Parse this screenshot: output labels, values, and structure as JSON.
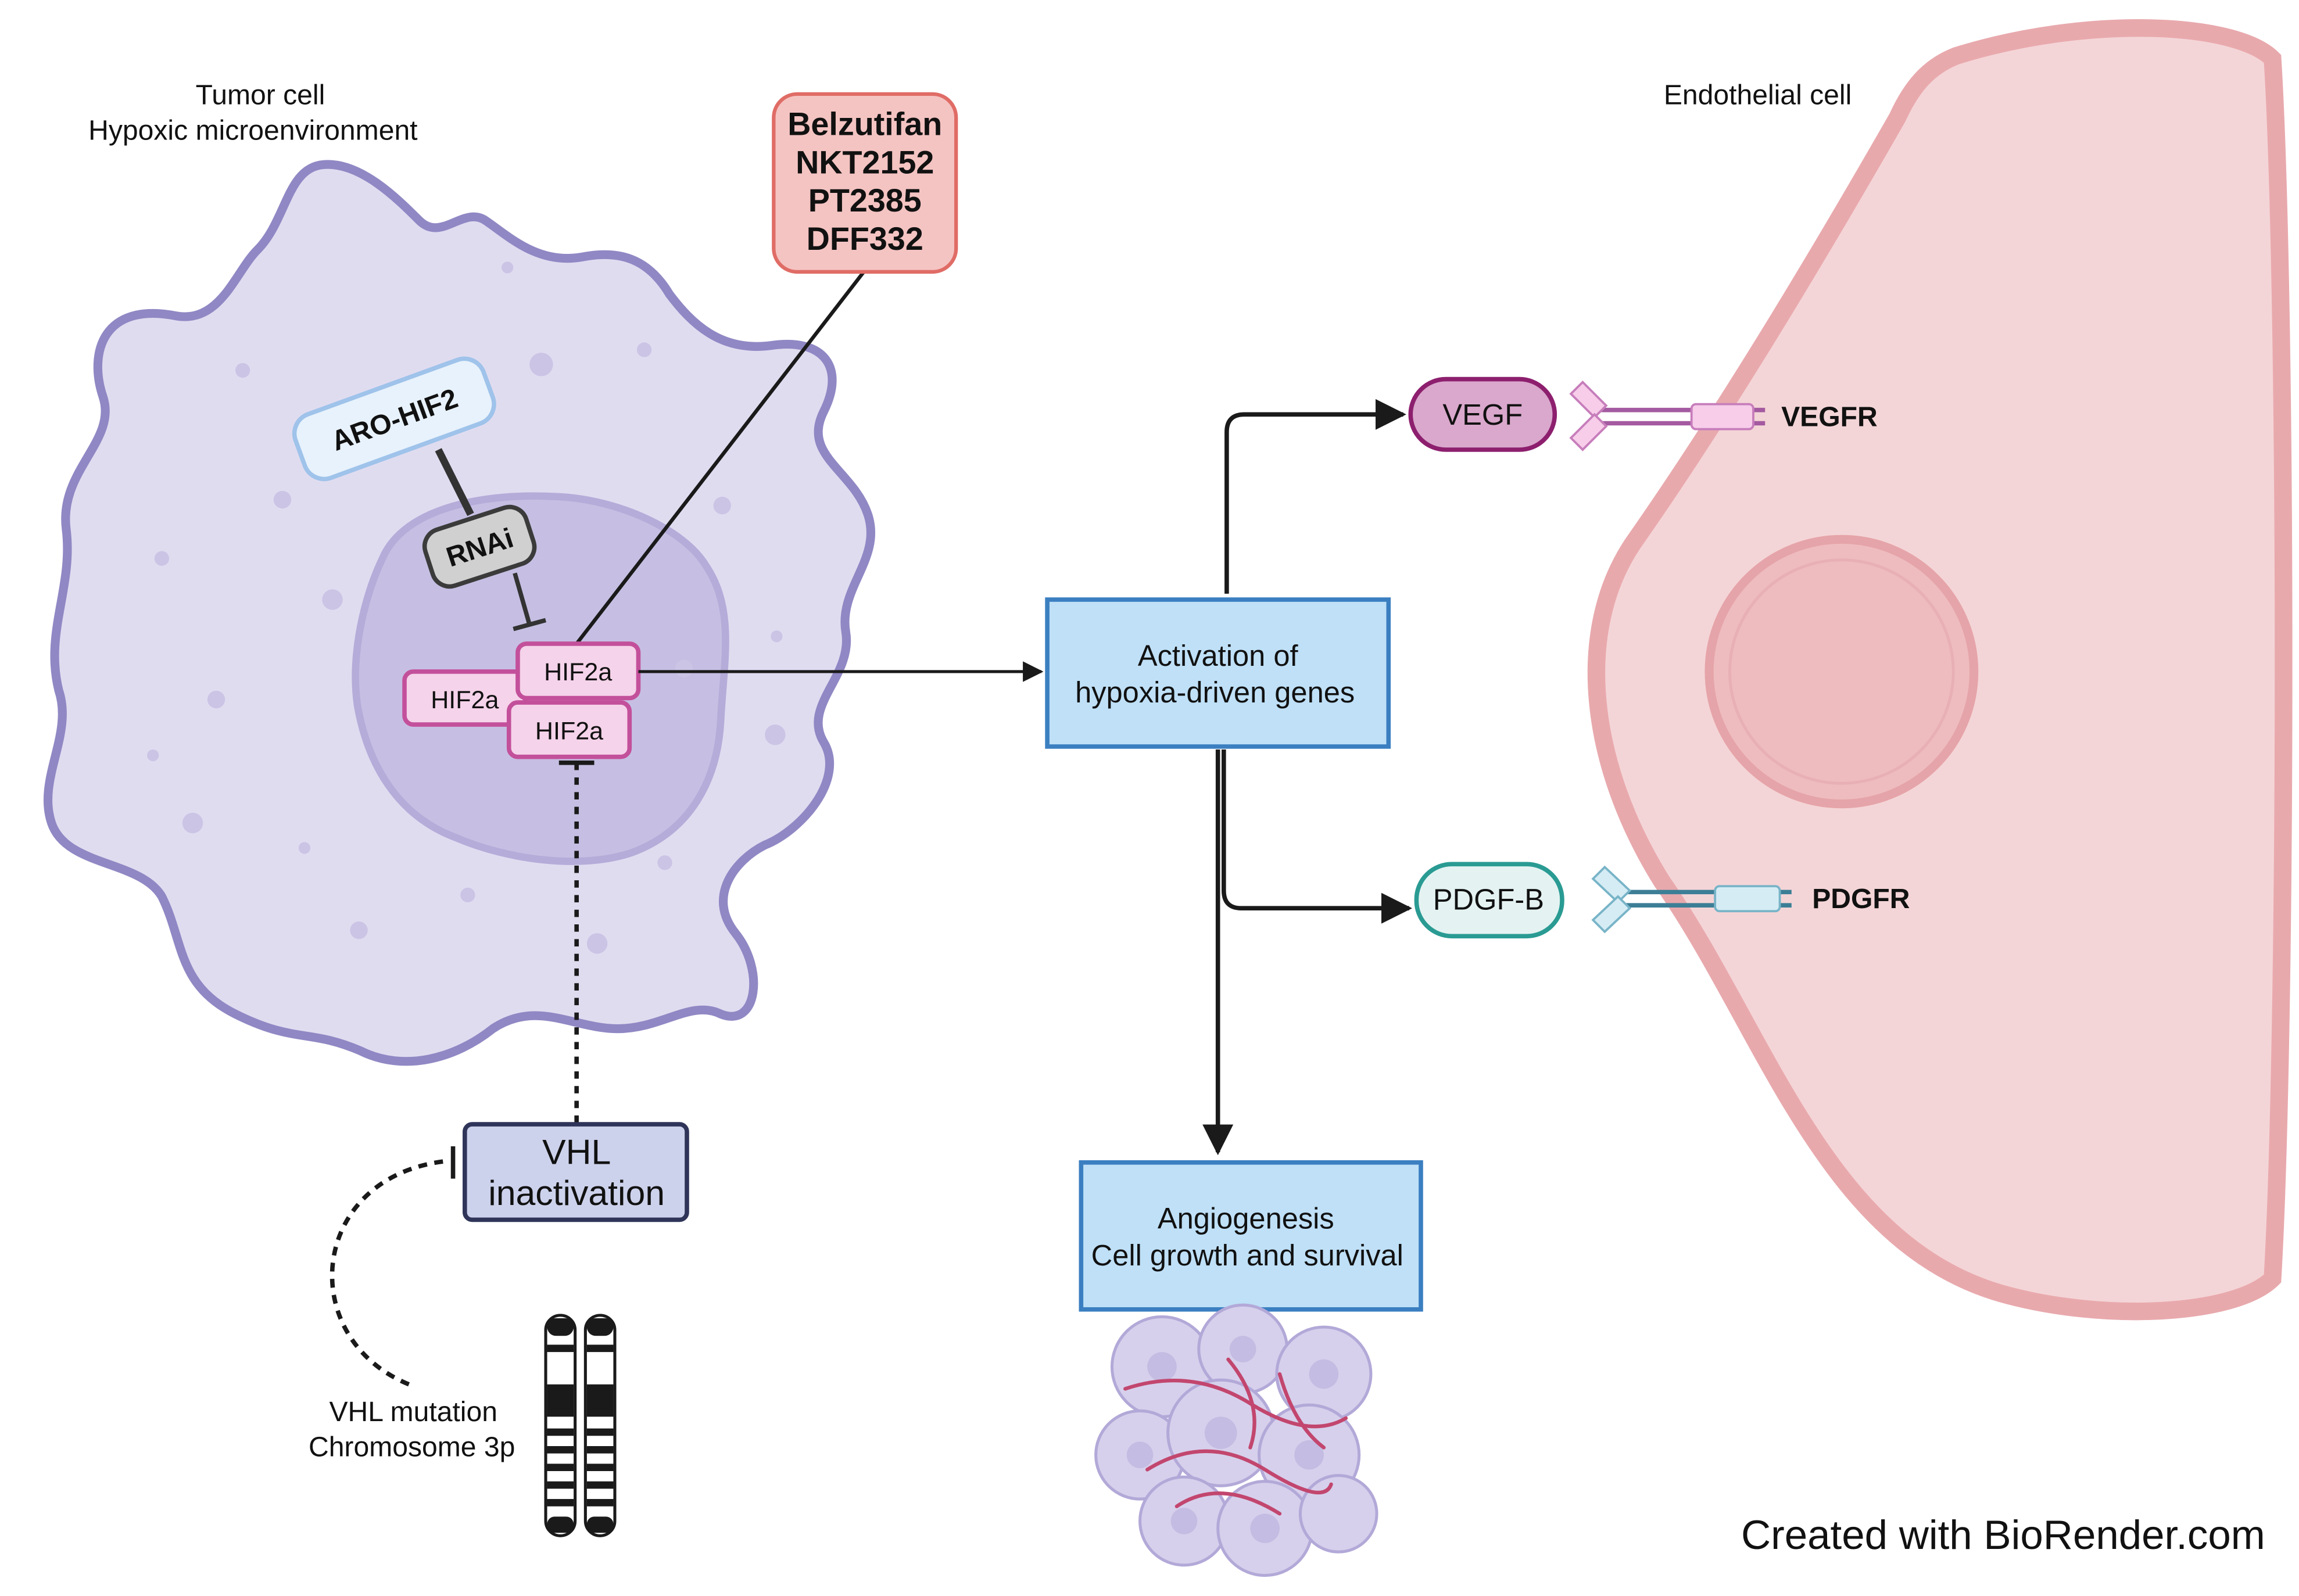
{
  "tumor_cell": {
    "title_line1": "Tumor cell",
    "title_line2": "Hypoxic microenvironment"
  },
  "endothelial_cell": {
    "title": "Endothelial cell"
  },
  "drugs": {
    "lines": [
      "Belzutifan",
      "NKT2152",
      "PT2385",
      "DFF332"
    ]
  },
  "aro_hif2": {
    "label": "ARO-HIF2"
  },
  "rnai": {
    "label": "RNAi"
  },
  "hif2a": {
    "top": "HIF2a",
    "left": "HIF2a",
    "bottom": "HIF2a"
  },
  "activation": {
    "line1": "Activation of",
    "line2": "hypoxia-driven genes"
  },
  "vegf": {
    "label": "VEGF",
    "receptor": "VEGFR"
  },
  "pdgf": {
    "label": "PDGF-B",
    "receptor": "PDGFR"
  },
  "angiogenesis": {
    "line1": "Angiogenesis",
    "line2": "Cell growth and survival"
  },
  "vhl": {
    "line1": "VHL",
    "line2": "inactivation"
  },
  "vhl_mutation": {
    "line1": "VHL mutation",
    "line2": "Chromosome 3p"
  },
  "watermark": "Created with BioRender.com",
  "colors": {
    "tumor_fill": "#e0dcf0",
    "tumor_stroke": "#9088c4",
    "nucleus_fill": "#c6bfe3",
    "drug_fill": "#f4c4c2",
    "drug_stroke": "#e06c66",
    "aro_fill": "#e8f2fc",
    "aro_stroke": "#9fc3ea",
    "hif_fill": "#f5d3ea",
    "hif_stroke": "#c3509b",
    "box_fill": "#bfe0f7",
    "box_stroke": "#3b7fc1",
    "vegf_fill": "#d9a8cc",
    "vegf_stroke": "#8d1f6e",
    "pdgf_fill": "#e4f3f2",
    "pdgf_stroke": "#2a9b93",
    "vhl_fill": "#cdd2ec",
    "vhl_stroke": "#2f3459",
    "endo_fill": "#f4d5d7",
    "endo_stroke": "#e8a9ad",
    "watermark": "#7a7a7a"
  }
}
